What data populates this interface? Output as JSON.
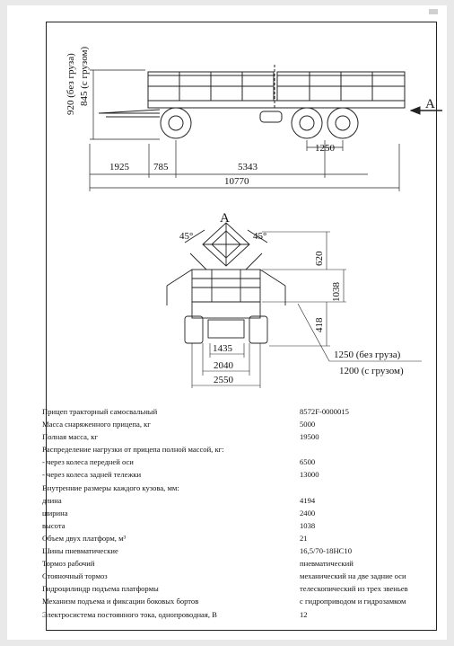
{
  "side_view": {
    "height_empty": "920 (без груза)",
    "height_loaded": "845 (с грузом)",
    "view_marker": "A",
    "dims": [
      "1925",
      "785",
      "5343",
      "1250",
      "10770"
    ]
  },
  "rear_view": {
    "title": "A",
    "angle_left": "45°",
    "angle_right": "45°",
    "dims": [
      "620",
      "1038",
      "418",
      "1435",
      "2040",
      "2550"
    ],
    "height_empty": "1250 (без груза)",
    "height_loaded": "1200 (с грузом)"
  },
  "specs": [
    {
      "label": "Прицеп тракторный самосвальный",
      "value": "8572F-0000015"
    },
    {
      "label": "Масса снаряженного прицепа, кг",
      "value": "5000"
    },
    {
      "label": "Полная масса, кг",
      "value": "19500"
    },
    {
      "label": "Распределение нагрузки от прицепа полной массой, кг:",
      "value": ""
    },
    {
      "label": "- через колеса передней оси",
      "value": "6500"
    },
    {
      "label": "- через колеса задней тележки",
      "value": "13000"
    },
    {
      "label": "Внутренние размеры каждого кузова, мм:",
      "value": ""
    },
    {
      "label": "длина",
      "value": "4194"
    },
    {
      "label": "ширина",
      "value": "2400"
    },
    {
      "label": "высота",
      "value": "1038"
    },
    {
      "label": "Объем двух платформ, м³",
      "value": "21"
    },
    {
      "label": "Шины пневматические",
      "value": "16,5/70-18НС10"
    },
    {
      "label": "Тормоз рабочий",
      "value": "пневматический"
    },
    {
      "label": "Стояночный тормоз",
      "value": "механический на две задние оси"
    },
    {
      "label": "Гидроцилиндр подъема платформы",
      "value": "телескопический из трех звеньев"
    },
    {
      "label": "Механизм подъема и фиксации боковых бортов",
      "value": "с гидроприводом и гидрозамком"
    },
    {
      "label": "Электросистема постоянного тока, однопроводная, В",
      "value": "12"
    }
  ]
}
